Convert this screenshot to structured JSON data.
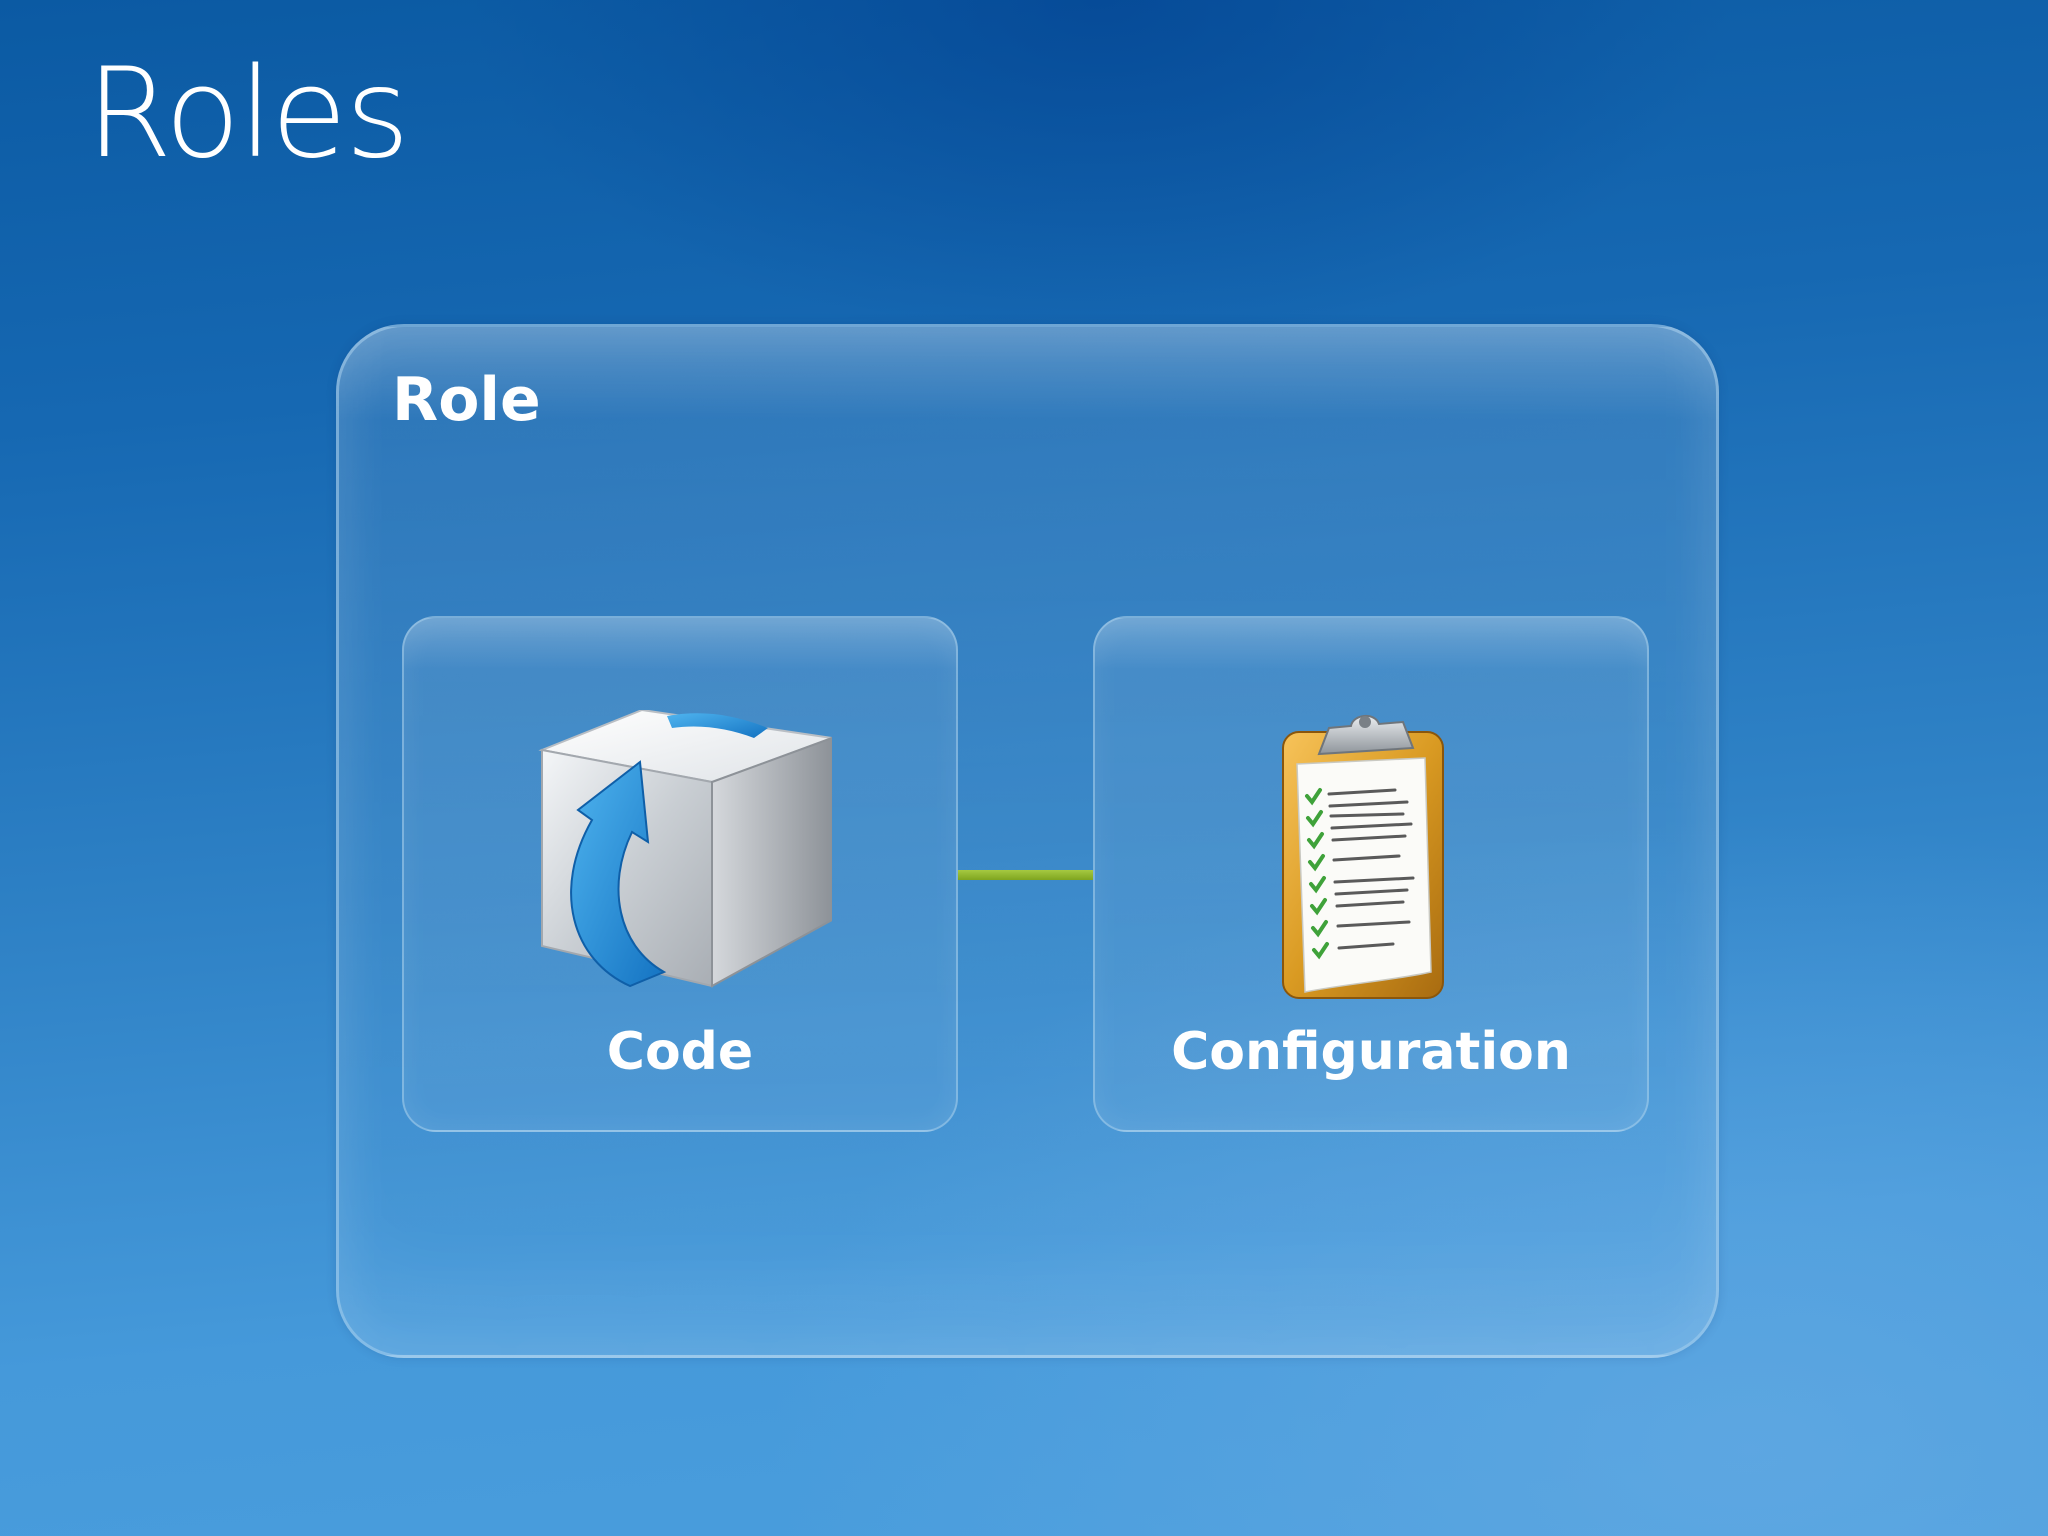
{
  "slide": {
    "title": "Roles"
  },
  "diagram": {
    "container_label": "Role",
    "nodes": [
      {
        "label": "Code",
        "icon": "box-with-arrow-icon"
      },
      {
        "label": "Configuration",
        "icon": "clipboard-checklist-icon"
      }
    ],
    "connector_color": "#8db52a"
  },
  "colors": {
    "background": "#1a6ab3",
    "text": "#ffffff"
  }
}
